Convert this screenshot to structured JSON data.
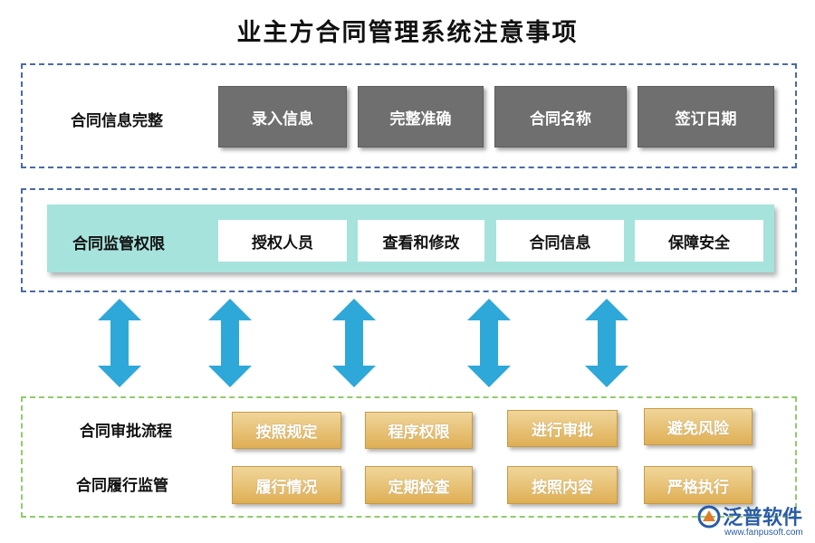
{
  "title": "业主方合同管理系统注意事项",
  "section1": {
    "label": "合同信息完整",
    "items": [
      "录入信息",
      "完整准确",
      "合同名称",
      "签订日期"
    ]
  },
  "section2": {
    "label": "合同监管权限",
    "items": [
      "授权人员",
      "查看和修改",
      "合同信息",
      "保障安全"
    ]
  },
  "section3": {
    "row1": {
      "label": "合同审批流程",
      "items": [
        "按照规定",
        "程序权限",
        "进行审批",
        "避免风险"
      ]
    },
    "row2": {
      "label": "合同履行监管",
      "items": [
        "履行情况",
        "定期检查",
        "按照内容",
        "严格执行"
      ]
    }
  },
  "colors": {
    "section_border": "#4a6aa8",
    "section3_border": "#8fcc6a",
    "gray_box": "#6f6f6f",
    "teal_band": "#a6e3dc",
    "gold_box": "#dfaf55",
    "arrow": "#2ea8d8"
  },
  "logo": {
    "name": "泛普软件",
    "url": "www.fanpusoft.com"
  }
}
